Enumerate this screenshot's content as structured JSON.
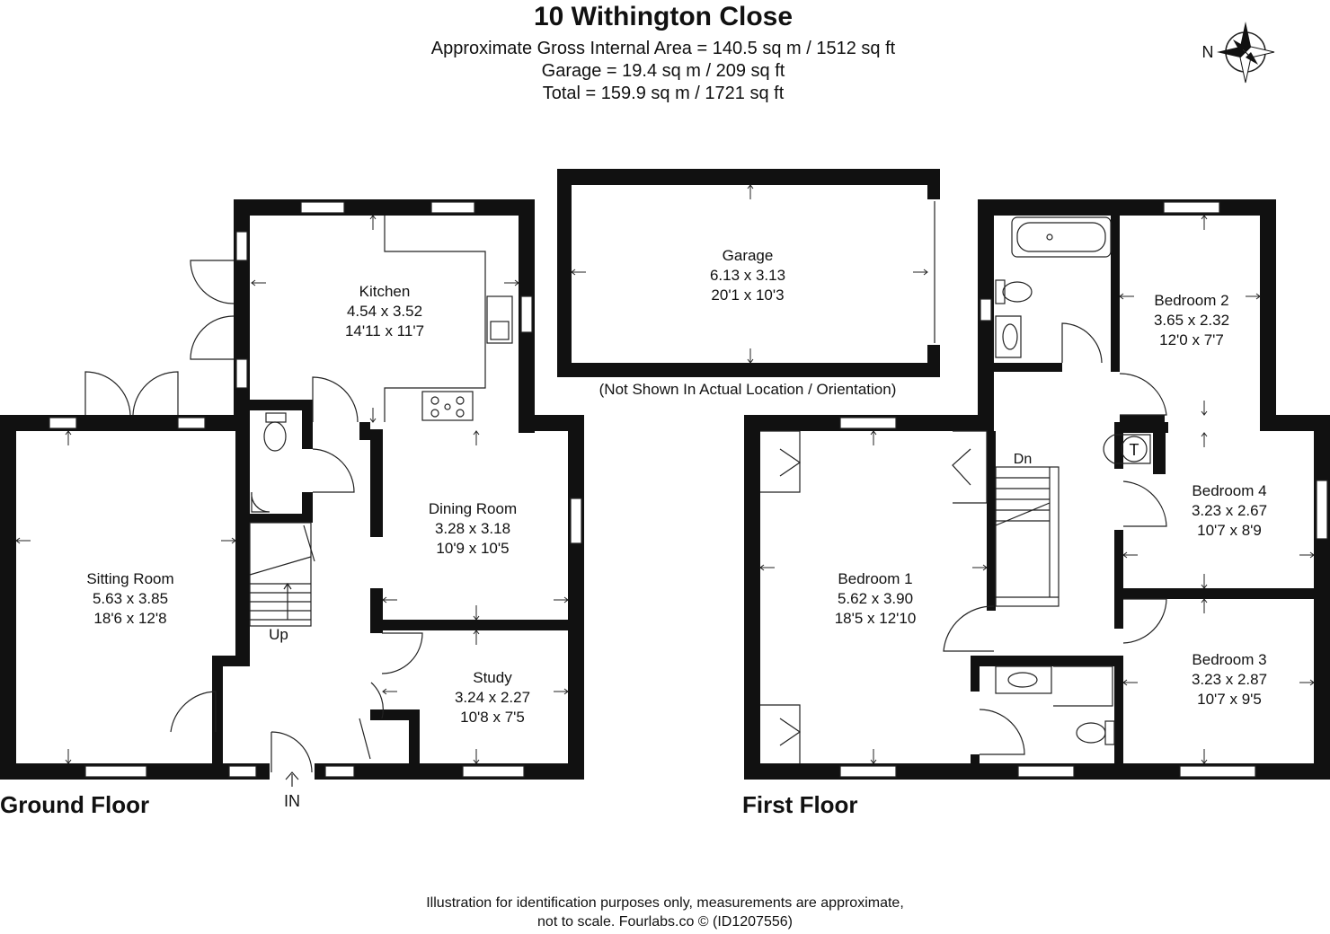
{
  "header": {
    "title": "10 Withington Close",
    "area_lines": [
      "Approximate Gross Internal Area = 140.5 sq m / 1512 sq ft",
      "Garage = 19.4 sq m / 209 sq ft",
      "Total = 159.9 sq m / 1721 sq ft"
    ]
  },
  "compass": {
    "label": "N"
  },
  "floors": {
    "ground": "Ground Floor",
    "first": "First Floor"
  },
  "rooms": {
    "kitchen": {
      "name": "Kitchen",
      "metric": "4.54 x 3.52",
      "imperial": "14'11 x 11'7"
    },
    "garage": {
      "name": "Garage",
      "metric": "6.13 x 3.13",
      "imperial": "20'1 x 10'3"
    },
    "sitting": {
      "name": "Sitting Room",
      "metric": "5.63 x 3.85",
      "imperial": "18'6 x 12'8"
    },
    "dining": {
      "name": "Dining Room",
      "metric": "3.28 x 3.18",
      "imperial": "10'9 x 10'5"
    },
    "study": {
      "name": "Study",
      "metric": "3.24 x 2.27",
      "imperial": "10'8 x 7'5"
    },
    "bedroom1": {
      "name": "Bedroom 1",
      "metric": "5.62 x 3.90",
      "imperial": "18'5 x 12'10"
    },
    "bedroom2": {
      "name": "Bedroom 2",
      "metric": "3.65 x 2.32",
      "imperial": "12'0 x 7'7"
    },
    "bedroom3": {
      "name": "Bedroom 3",
      "metric": "3.23 x 2.87",
      "imperial": "10'7 x 9'5"
    },
    "bedroom4": {
      "name": "Bedroom 4",
      "metric": "3.23 x 2.67",
      "imperial": "10'7 x 8'9"
    }
  },
  "labels": {
    "garage_note": "(Not Shown In Actual Location / Orientation)",
    "up": "Up",
    "down": "Dn",
    "entrance": "IN",
    "tank": "T"
  },
  "footer": {
    "line1": "Illustration for identification purposes only, measurements are approximate,",
    "line2": "not to scale. Fourlabs.co © (ID1207556)"
  }
}
